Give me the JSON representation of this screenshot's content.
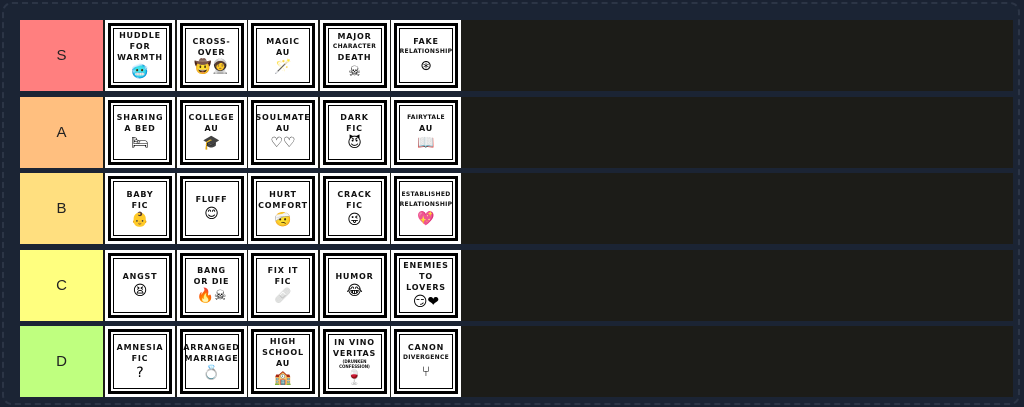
{
  "tiers": [
    {
      "label": "S",
      "color": "#ff7f7f",
      "items": [
        {
          "title": "HUDDLE\nFOR\nWARMTH",
          "icon": "🥶",
          "icon_name": "cold-face-icon"
        },
        {
          "title": "CROSS-\nOVER",
          "icon": "🤠🧑‍🚀",
          "icon_name": "cowboy-astronaut-icon"
        },
        {
          "title": "MAGIC\nAU",
          "icon": "🪄",
          "icon_name": "magic-wand-icon"
        },
        {
          "title": "MAJOR",
          "title2": "CHARACTER",
          "title3": "DEATH",
          "icon": "☠",
          "icon_name": "skull-crossbones-icon"
        },
        {
          "title": "FAKE",
          "title2": "RELATIONSHIP",
          "icon": "⊛",
          "icon_name": "stamp-icon"
        }
      ]
    },
    {
      "label": "A",
      "color": "#ffbf7f",
      "items": [
        {
          "title": "SHARING\nA BED",
          "icon": "🛏",
          "icon_name": "bed-heart-icon"
        },
        {
          "title": "COLLEGE\nAU",
          "icon": "🎓",
          "icon_name": "graduation-cap-icon"
        },
        {
          "title": "SOULMATE",
          "title2": "AU",
          "icon": "♡♡",
          "icon_name": "two-hearts-icon"
        },
        {
          "title": "DARK\nFIC",
          "icon": "😈",
          "icon_name": "devil-icon"
        },
        {
          "title": "FAIRYTALE",
          "title2": "AU",
          "icon": "📖",
          "icon_name": "storybook-icon"
        }
      ]
    },
    {
      "label": "B",
      "color": "#ffdf7f",
      "items": [
        {
          "title": "BABY\nFIC",
          "icon": "👶",
          "icon_name": "baby-carriage-icon"
        },
        {
          "title": "FLUFF",
          "icon": "😊",
          "icon_name": "smiling-face-icon"
        },
        {
          "title": "HURT\nCOMFORT",
          "icon": "🤕",
          "icon_name": "bandaged-face-icon"
        },
        {
          "title": "CRACK\nFIC",
          "icon": "😜",
          "icon_name": "winking-tongue-icon"
        },
        {
          "title": "ESTABLISHED",
          "title2": "RELATIONSHIP",
          "icon": "💖",
          "icon_name": "sparkling-heart-icon"
        }
      ]
    },
    {
      "label": "C",
      "color": "#ffff7f",
      "items": [
        {
          "title": "ANGST",
          "icon": "😫",
          "icon_name": "tired-face-icon"
        },
        {
          "title": "BANG\nOR DIE",
          "icon": "🔥☠",
          "icon_name": "fire-skull-icon"
        },
        {
          "title": "FIX IT\nFIC",
          "icon": "🩹",
          "icon_name": "bandage-icon"
        },
        {
          "title": "HUMOR",
          "icon": "😂",
          "icon_name": "tears-of-joy-icon"
        },
        {
          "title": "ENEMIES\nTO\nLOVERS",
          "icon": "😏❤",
          "icon_name": "dagger-heart-face-icon"
        }
      ]
    },
    {
      "label": "D",
      "color": "#bfff7f",
      "items": [
        {
          "title": "AMNESIA\nFIC",
          "icon": "?",
          "icon_name": "question-mark-icon"
        },
        {
          "title": "ARRANGED",
          "title2": "MARRIAGE",
          "icon": "💍",
          "icon_name": "ring-icon"
        },
        {
          "title": "HIGH\nSCHOOL\nAU",
          "icon": "🏫",
          "icon_name": "school-icon"
        },
        {
          "title": "IN VINO\nVERITAS",
          "sub": "(DRUNKEN CONFESSION)",
          "icon": "🍷",
          "icon_name": "wine-glass-icon"
        },
        {
          "title": "CANON",
          "title2": "DIVERGENCE",
          "icon": "⑂",
          "icon_name": "fork-arrow-icon"
        }
      ]
    }
  ]
}
